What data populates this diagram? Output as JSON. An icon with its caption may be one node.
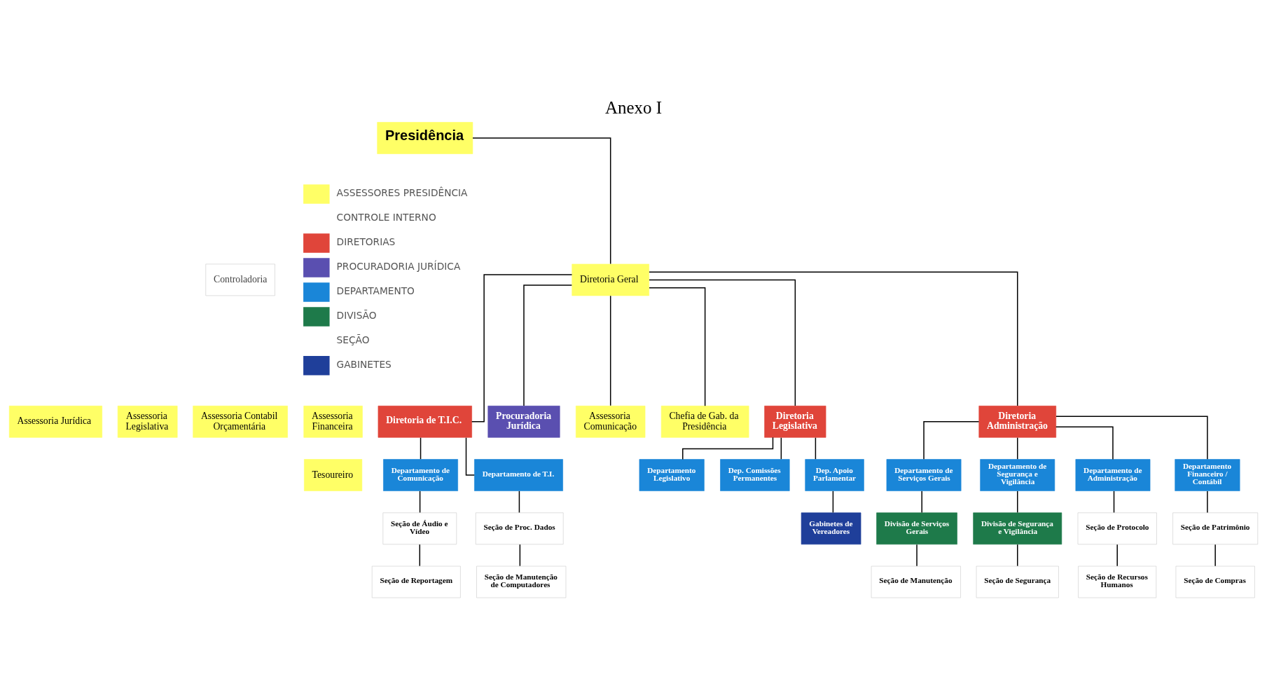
{
  "diagram": {
    "title": "Anexo I",
    "nodes": [
      {
        "text": [
          "Presidência"
        ]
      },
      {
        "text": [
          "Controladoria"
        ]
      },
      {
        "text": [
          "Assessoria Contabil Orçamentária"
        ]
      },
      {
        "text": [
          "Assessoria Financeira"
        ]
      },
      {
        "text": [
          "Assessoria Jurídica"
        ]
      },
      {
        "text": [
          "Assessoria Legislativa"
        ]
      },
      {
        "text": [
          "Tesoureiro"
        ]
      },
      {
        "text": [
          "Diretoria Geral"
        ]
      },
      {
        "text": [
          "Assessoria Comunicação"
        ]
      },
      {
        "text": [
          "Chefia de Gab. da Presidência"
        ]
      },
      {
        "text": [
          "Diretoria Legislativa"
        ]
      },
      {
        "text": [
          "Diretoria Administração"
        ]
      },
      {
        "text": [
          "Diretoria de T.I.C."
        ]
      },
      {
        "text": [
          "Procuradoria Jurídica"
        ]
      },
      {
        "text": [
          "Dep. Apoio Parlamentar"
        ]
      },
      {
        "text": [
          "Departamento Legislativo"
        ]
      },
      {
        "text": [
          "Dep. Comissões Permanentes"
        ]
      },
      {
        "text": [
          "Departamento de Administração"
        ]
      },
      {
        "text": [
          "Departamento Financeiro / Contábil"
        ]
      },
      {
        "text": [
          "Departamento de Serviços Gerais"
        ]
      },
      {
        "text": [
          "Departamento de Segurança e Vigilância"
        ]
      },
      {
        "text": [
          "Departamento de T.I."
        ]
      },
      {
        "text": [
          "Departamento de Comunicação"
        ]
      },
      {
        "text": [
          "Gabinetes de Vereadores"
        ]
      },
      {
        "text": [
          "Seção de Protocolo"
        ]
      },
      {
        "text": [
          "Seção de Patrimônio"
        ]
      },
      {
        "text": [
          "Divisão de Serviços Gerais"
        ]
      },
      {
        "text": [
          "Divisão de Segurança e Vigilância"
        ]
      },
      {
        "text": [
          "Seção de Proc. Dados"
        ]
      },
      {
        "text": [
          "Seção de Áudio e Vídeo"
        ]
      },
      {
        "text": [
          "Seção de Recursos Humanos"
        ]
      },
      {
        "text": [
          "Seção de Compras"
        ]
      },
      {
        "text": [
          "Seção de Manutenção"
        ]
      },
      {
        "text": [
          "Seção de Segurança"
        ]
      },
      {
        "text": [
          "Seção de Manutenção de Computadores"
        ]
      },
      {
        "text": [
          "Seção de Reportagem"
        ]
      }
    ],
    "edges": [
      {
        "from": 0,
        "to": 7,
        "arrow": "none"
      },
      {
        "from": 7,
        "to": 8,
        "arrow": "none"
      },
      {
        "from": 7,
        "to": 9,
        "arrow": "none"
      },
      {
        "from": 7,
        "to": 10,
        "arrow": "none"
      },
      {
        "from": 7,
        "to": 11,
        "arrow": "none"
      },
      {
        "from": 7,
        "to": 12,
        "arrow": "none"
      },
      {
        "from": 7,
        "to": 13,
        "arrow": "none"
      },
      {
        "from": 10,
        "to": 14,
        "arrow": "none"
      },
      {
        "from": 10,
        "to": 15,
        "arrow": "none"
      },
      {
        "from": 10,
        "to": 16,
        "arrow": "none"
      },
      {
        "from": 14,
        "to": 23,
        "arrow": "none"
      },
      {
        "from": 11,
        "to": 17,
        "arrow": "none"
      },
      {
        "from": 11,
        "to": 18,
        "arrow": "none"
      },
      {
        "from": 11,
        "to": 19,
        "arrow": "none"
      },
      {
        "from": 11,
        "to": 20,
        "arrow": "none"
      },
      {
        "from": 12,
        "to": 21,
        "arrow": "none"
      },
      {
        "from": 12,
        "to": 22,
        "arrow": "none"
      },
      {
        "from": 17,
        "to": 24,
        "arrow": "none"
      },
      {
        "from": 24,
        "to": 30,
        "arrow": "none"
      },
      {
        "from": 18,
        "to": 25,
        "arrow": "none"
      },
      {
        "from": 25,
        "to": 31,
        "arrow": "none"
      },
      {
        "from": 19,
        "to": 26,
        "arrow": "none"
      },
      {
        "from": 26,
        "to": 32,
        "arrow": "none"
      },
      {
        "from": 20,
        "to": 27,
        "arrow": "none"
      },
      {
        "from": 27,
        "to": 33,
        "arrow": "none"
      },
      {
        "from": 21,
        "to": 28,
        "arrow": "none"
      },
      {
        "from": 28,
        "to": 34,
        "arrow": "none"
      },
      {
        "from": 22,
        "to": 29,
        "arrow": "none"
      },
      {
        "from": 29,
        "to": 35,
        "arrow": "none"
      }
    ],
    "legend": [
      {
        "text": "ASSESSORES PRESIDÊNCIA",
        "color": "#ffff66"
      },
      {
        "text": "CONTROLE INTERNO",
        "color": "#ffffff"
      },
      {
        "text": "DIRETORIAS",
        "color": "#e0453a"
      },
      {
        "text": "PROCURADORIA JURÍDICA",
        "color": "#5a4fb0"
      },
      {
        "text": "DEPARTAMENTO",
        "color": "#1a86d8"
      },
      {
        "text": "DIVISÃO",
        "color": "#1e7a4a"
      },
      {
        "text": "SEÇÃO",
        "color": "#ffffff"
      },
      {
        "text": "GABINETES",
        "color": "#1f3f9a"
      }
    ]
  }
}
